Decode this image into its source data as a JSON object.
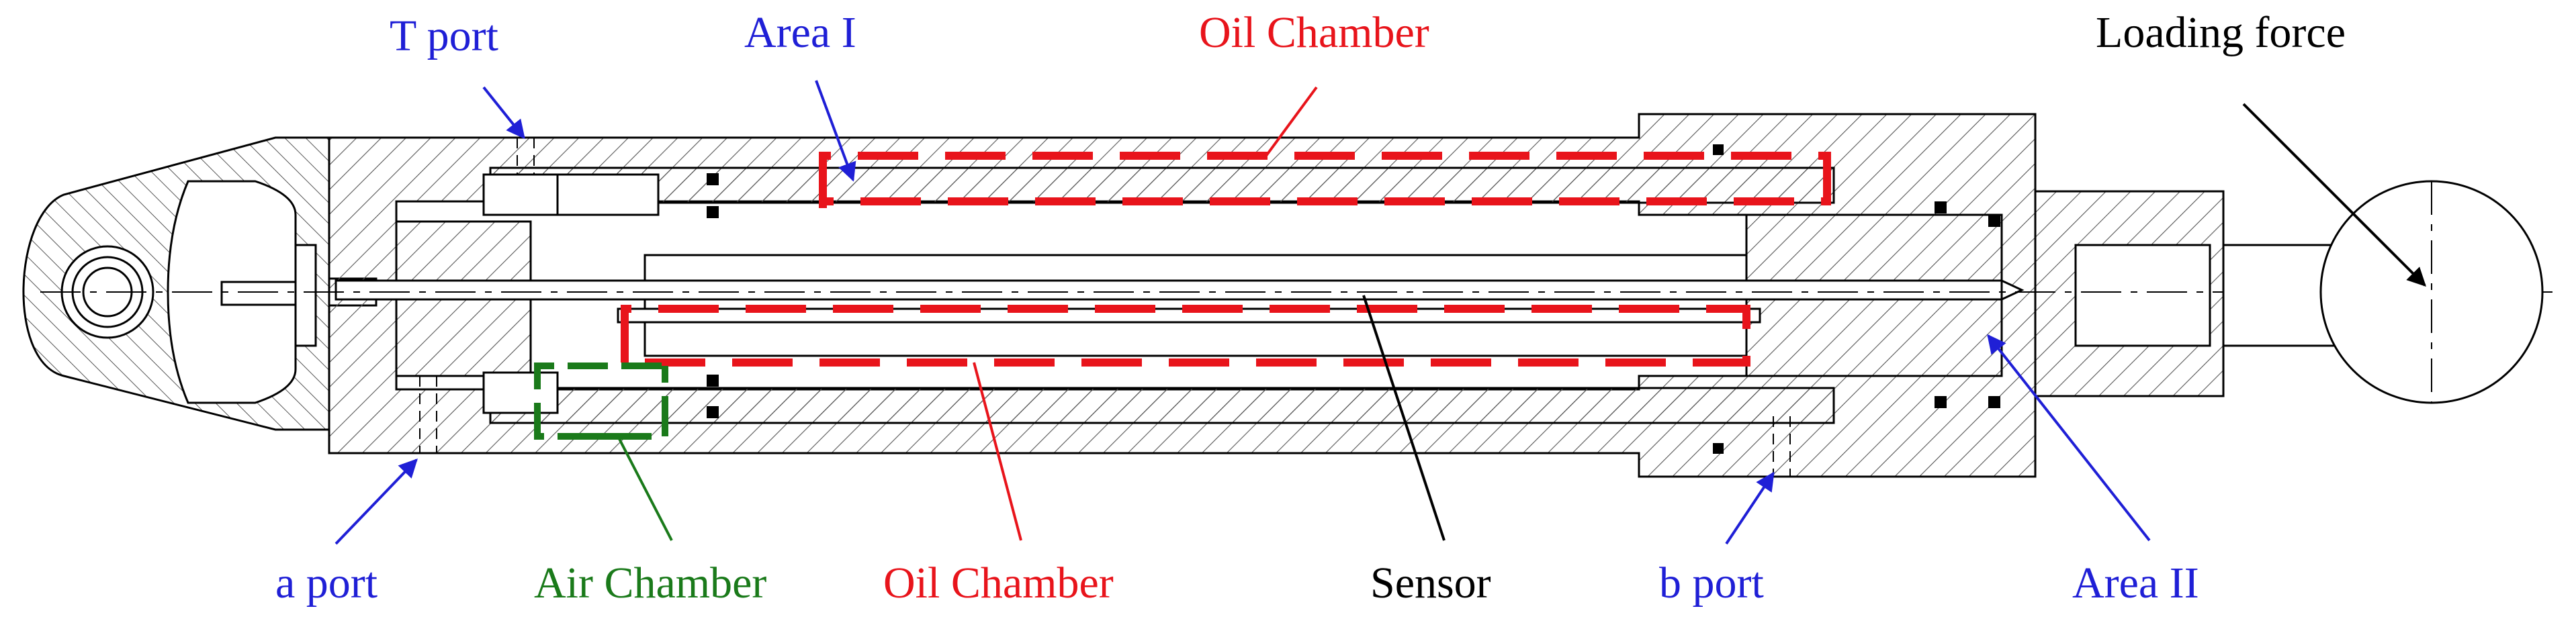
{
  "colors": {
    "blue": "#1f1fd6",
    "red": "#e8141b",
    "green": "#1a7a1a",
    "black": "#000000",
    "hatch": "#555555"
  },
  "labels": {
    "t_port": "T port",
    "area_1": "Area I",
    "oil_chamber_top": "Oil Chamber",
    "loading_force": "Loading force",
    "a_port": "a port",
    "air_chamber": "Air Chamber",
    "oil_chamber_bottom": "Oil Chamber",
    "sensor": "Sensor",
    "b_port": "b port",
    "area_2": "Area II"
  }
}
